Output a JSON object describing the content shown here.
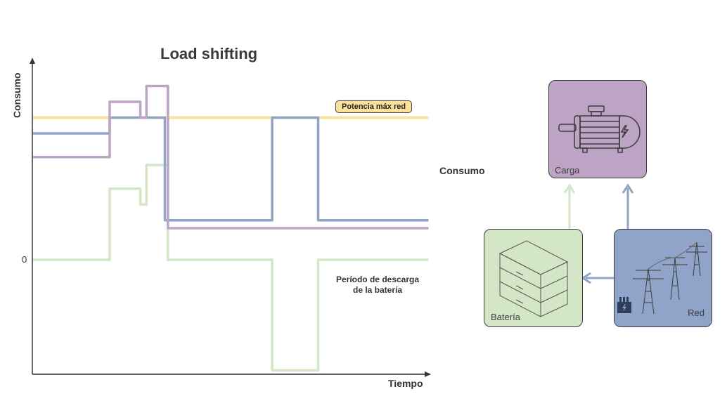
{
  "chart_data": {
    "type": "line",
    "title": "Load shifting",
    "xlabel": "Tiempo",
    "ylabel": "Consumo",
    "ytick_labels": [
      "0"
    ],
    "grid": false,
    "x": [
      0,
      1,
      2,
      3,
      4,
      5,
      6,
      7
    ],
    "x_description": "relative time units",
    "ylim": [
      -1.0,
      1.3
    ],
    "reference_line": {
      "name": "Potencia máx red",
      "value": 0.9,
      "color": "#fbe29b"
    },
    "series": [
      {
        "name": "Red",
        "color": "#8fa4c8",
        "points": [
          [
            0,
            0.8
          ],
          [
            2.5,
            0.8
          ],
          [
            2.5,
            0.9
          ],
          [
            4.3,
            0.9
          ],
          [
            4.3,
            0.25
          ],
          [
            7.8,
            0.25
          ],
          [
            7.8,
            0.9
          ],
          [
            9.3,
            0.9
          ],
          [
            9.3,
            0.25
          ],
          [
            12.9,
            0.25
          ]
        ]
      },
      {
        "name": "Carga",
        "color": "#bda4c5",
        "points": [
          [
            0,
            0.65
          ],
          [
            2.5,
            0.65
          ],
          [
            2.5,
            1.0
          ],
          [
            3.5,
            1.0
          ],
          [
            3.5,
            0.9
          ],
          [
            3.7,
            0.9
          ],
          [
            3.7,
            1.1
          ],
          [
            4.4,
            1.1
          ],
          [
            4.4,
            0.2
          ],
          [
            12.9,
            0.2
          ]
        ]
      },
      {
        "name": "Batería",
        "color": "#d3e6c6",
        "points": [
          [
            0,
            0
          ],
          [
            2.5,
            0
          ],
          [
            2.5,
            0.45
          ],
          [
            3.5,
            0.45
          ],
          [
            3.5,
            0.35
          ],
          [
            3.7,
            0.35
          ],
          [
            3.7,
            0.6
          ],
          [
            4.4,
            0.6
          ],
          [
            4.4,
            0
          ],
          [
            7.8,
            0
          ],
          [
            7.8,
            -0.7
          ],
          [
            9.3,
            -0.7
          ],
          [
            9.3,
            0
          ],
          [
            12.9,
            0
          ]
        ]
      }
    ],
    "annotations": [
      "Potencia máx red",
      "Período de descarga de la batería"
    ]
  },
  "diagram": {
    "consumo_label": "Consumo",
    "nodes": [
      {
        "id": "carga",
        "label": "Carga",
        "icon": "electric-motor-icon",
        "color": "#bda4c5"
      },
      {
        "id": "bateria",
        "label": "Batería",
        "icon": "battery-stack-icon",
        "color": "#d3e6c6"
      },
      {
        "id": "red",
        "label": "Red",
        "icon": "power-tower-icon",
        "color": "#8fa4c8"
      }
    ],
    "edges": [
      {
        "from": "bateria",
        "to": "carga",
        "color": "#d3e6c6"
      },
      {
        "from": "red",
        "to": "carga",
        "color": "#8fa4c8"
      },
      {
        "from": "red",
        "to": "bateria",
        "color": "#8fa4c8"
      }
    ]
  },
  "text": {
    "title": "Load shifting",
    "ylabel": "Consumo",
    "zero": "0",
    "xlabel": "Tiempo",
    "badge": "Potencia máx red",
    "discharge_line1": "Período de descarga",
    "discharge_line2": "de la batería"
  }
}
